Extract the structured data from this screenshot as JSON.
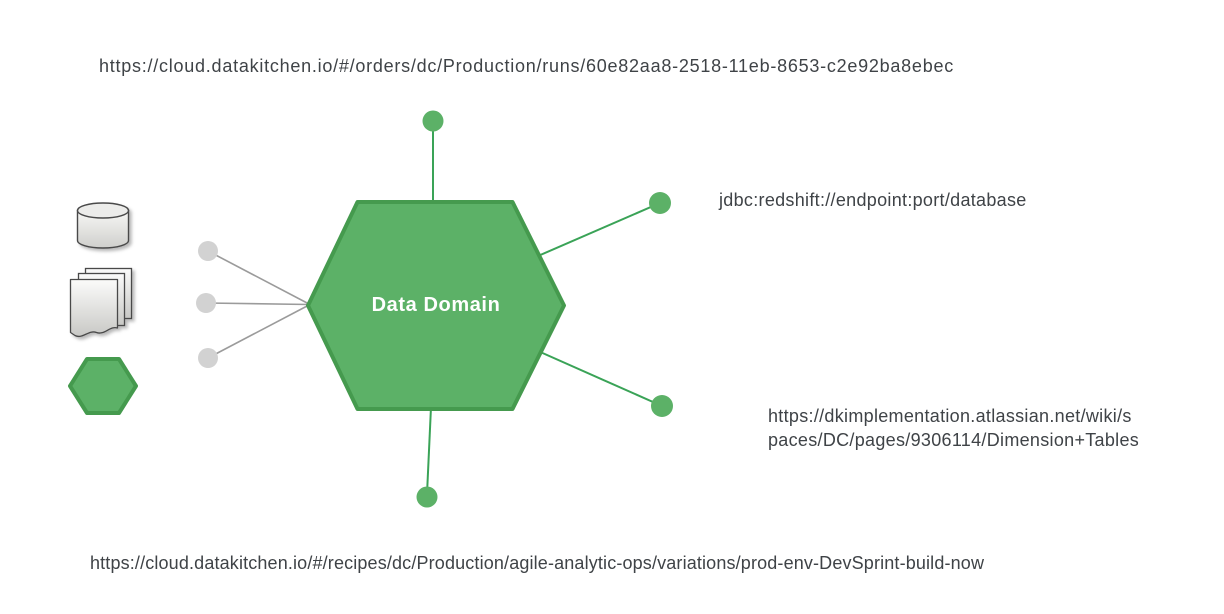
{
  "center_node": {
    "label": "Data Domain",
    "shape": "hexagon"
  },
  "labels": {
    "orders_run_url": "https://cloud.datakitchen.io/#/orders/dc/Production/runs/60e82aa8-2518-11eb-8653-c2e92ba8ebec",
    "jdbc_connection": "jdbc:redshift://endpoint:port/database",
    "wiki_url_full": "https://dkimplementation.atlassian.net/wiki/spaces/DC/pages/9306114/Dimension+Tables",
    "wiki_url_line1": "https://dkimplementation.atlassian.net/wiki/s",
    "wiki_url_line2": "paces/DC/pages/9306114/Dimension+Tables",
    "recipe_variation_url": "https://cloud.datakitchen.io/#/recipes/dc/Production/agile-analytic-ops/variations/prod-env-DevSprint-build-now"
  },
  "icons": [
    "database-cylinder-icon",
    "documents-stack-icon",
    "green-hexagon-icon"
  ],
  "colors": {
    "green_fill": "#5cb167",
    "green_border": "#459a4e",
    "green_line": "#3aa357",
    "gray_dot": "#d2d2d2",
    "gray_line": "#9b9b9b",
    "icon_stroke": "#4a4a4a",
    "text": "#3f4347",
    "node_label": "#ffffff"
  }
}
